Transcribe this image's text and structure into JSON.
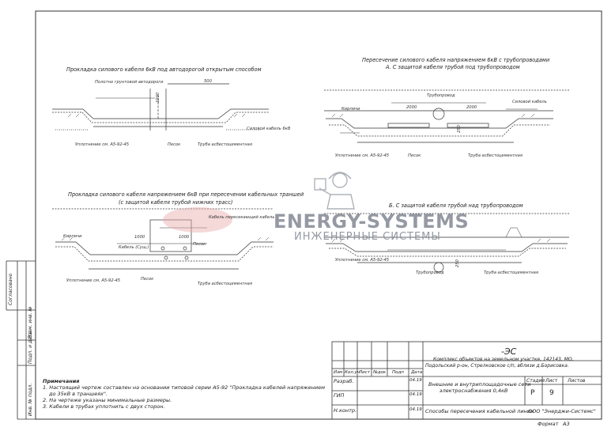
{
  "drawing1": {
    "title": "Прокладка силового кабеля 6кВ под автодорогой открытым способом",
    "labels": [
      "Полотно грунтовой автодороги",
      "500",
      "1000",
      "Силовой кабель 6кВ",
      "Уплотнение см. А5-92-45",
      "Песок",
      "Труба асбестоцементная"
    ]
  },
  "drawing2": {
    "title_line1": "Пересечение силового кабеля напряжением 6кВ с трубопроводами",
    "title_line2": "А. С защитой кабеля трубой под трубопроводом",
    "labels": [
      "Трубопровод",
      "2000",
      "2000",
      "Кирпичи",
      "Силовой кабель",
      "250",
      "Уплотнение см. А5-92-45",
      "Песок",
      "Труба асбестоцементная"
    ]
  },
  "drawing3": {
    "title_line1": "Прокладка силового кабеля напряжением 6кВ при пересечении кабельных траншей",
    "title_line2": "(с защитой кабеля трубой нижних трасс)",
    "labels": [
      "Кирпичи",
      "Кабель пересекающий кабель",
      "1000",
      "1000",
      "Кабель (Сущ.)",
      "Песок",
      "Уплотнение см. А5-92-45",
      "Песок",
      "Труба асбестоцементная"
    ]
  },
  "drawing4": {
    "title": "Б. С защитой кабеля трубой над трубопроводом",
    "labels": [
      "Уплотнение см. А5-92-45",
      "Трубопровод",
      "250",
      "Труба асбестоцементная"
    ]
  },
  "watermark": {
    "brand": "ENERGY-SYSTEMS",
    "subtitle": "ИНЖЕНЕРНЫЕ СИСТЕМЫ"
  },
  "notes": {
    "heading": "Примечания",
    "items": [
      "1. Настоящий чертеж составлен на основании типовой серии А5-92 \"Прокладка кабелей напряжением",
      "до 35кВ в траншеях\".",
      "2. На чертеже указаны минимальные размеры.",
      "3. Кабели в трубах уплотнить с двух сторон."
    ]
  },
  "side_stamp": [
    "Согласовано",
    "Взам. инв. №",
    "Подп. и дата",
    "Инв. № подл."
  ],
  "title_block": {
    "code": "-ЭС",
    "project": "Комплекс объектов на земельном участке, 142143, МО, Подольский р-он, Стрелковское с/п, вблизи д.Борисовка.",
    "project_line1": "Комплекс объектов на земельном участке, 142143, МО,",
    "project_line2": "Подольский р-он, Стрелковское с/п, вблизи д.Борисовка.",
    "header_cols": [
      "Изм",
      "Кол.уч",
      "Лист",
      "№док",
      "Подп",
      "Дата"
    ],
    "rows": [
      {
        "role": "Разраб.",
        "date": "04.19"
      },
      {
        "role": "ГИП",
        "date": "04.19"
      },
      {
        "role": "Н.контр.",
        "date": "04.19"
      }
    ],
    "section_line1": "Внешние и внутриплощадочные сети",
    "section_line2": "электроснабжения 0,4кВ",
    "stage_label": "Стадия",
    "sheet_label": "Лист",
    "sheets_label": "Листов",
    "stage": "Р",
    "sheet": "9",
    "sheets": "",
    "sheet_name": "Способы пересечения кабельной линии",
    "company": "ООО \"Энерджи-Системс\"",
    "format_label": "Формат",
    "format": "А3"
  }
}
